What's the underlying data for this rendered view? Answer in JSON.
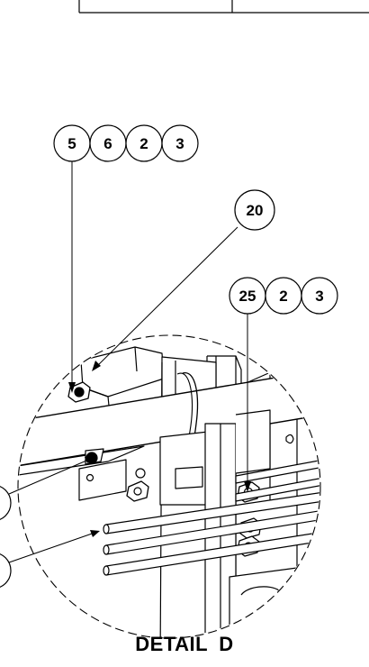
{
  "balloons": {
    "b5": "5",
    "b6": "6",
    "b2a": "2",
    "b3a": "3",
    "b20": "20",
    "b25": "25",
    "b2b": "2",
    "b3b": "3"
  },
  "caption": "DETAIL D"
}
